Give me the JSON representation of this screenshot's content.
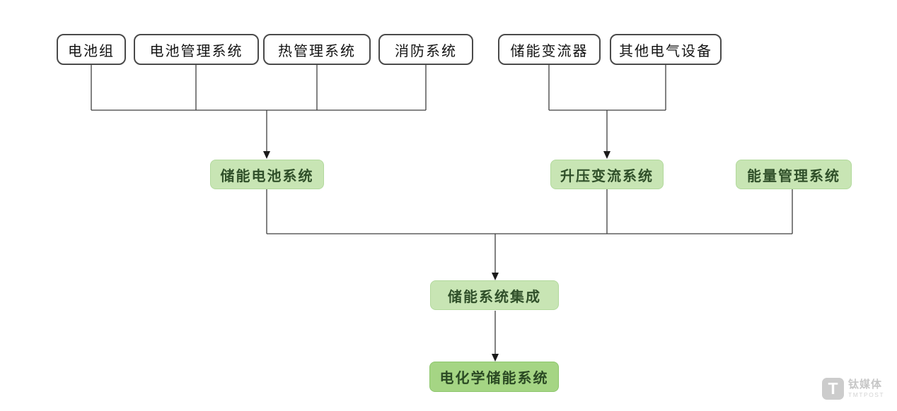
{
  "diagram": {
    "type": "flowchart",
    "nodes": {
      "battery_pack": {
        "label": "电池组"
      },
      "bms": {
        "label": "电池管理系统"
      },
      "thermal": {
        "label": "热管理系统"
      },
      "fire": {
        "label": "消防系统"
      },
      "pcs": {
        "label": "储能变流器"
      },
      "other_electrical": {
        "label": "其他电气设备"
      },
      "battery_system": {
        "label": "储能电池系统"
      },
      "boost_converter_system": {
        "label": "升压变流系统"
      },
      "ems": {
        "label": "能量管理系统"
      },
      "system_integration": {
        "label": "储能系统集成"
      },
      "electrochemical_storage": {
        "label": "电化学储能系统"
      }
    },
    "edges": [
      {
        "from": "battery_pack",
        "to": "battery_system"
      },
      {
        "from": "bms",
        "to": "battery_system"
      },
      {
        "from": "thermal",
        "to": "battery_system"
      },
      {
        "from": "fire",
        "to": "battery_system"
      },
      {
        "from": "pcs",
        "to": "boost_converter_system"
      },
      {
        "from": "other_electrical",
        "to": "boost_converter_system"
      },
      {
        "from": "battery_system",
        "to": "system_integration"
      },
      {
        "from": "boost_converter_system",
        "to": "system_integration"
      },
      {
        "from": "ems",
        "to": "system_integration"
      },
      {
        "from": "system_integration",
        "to": "electrochemical_storage"
      }
    ],
    "colors": {
      "light_green_fill": "#c8e5b4",
      "dark_green_fill": "#a5d584",
      "green_text": "#30502a",
      "white_box_border": "#4a4a4a",
      "line_color": "#3f3f3f"
    }
  },
  "watermark": {
    "icon_letter": "T",
    "brand": "钛媒体",
    "sub": "TMTPOST"
  }
}
